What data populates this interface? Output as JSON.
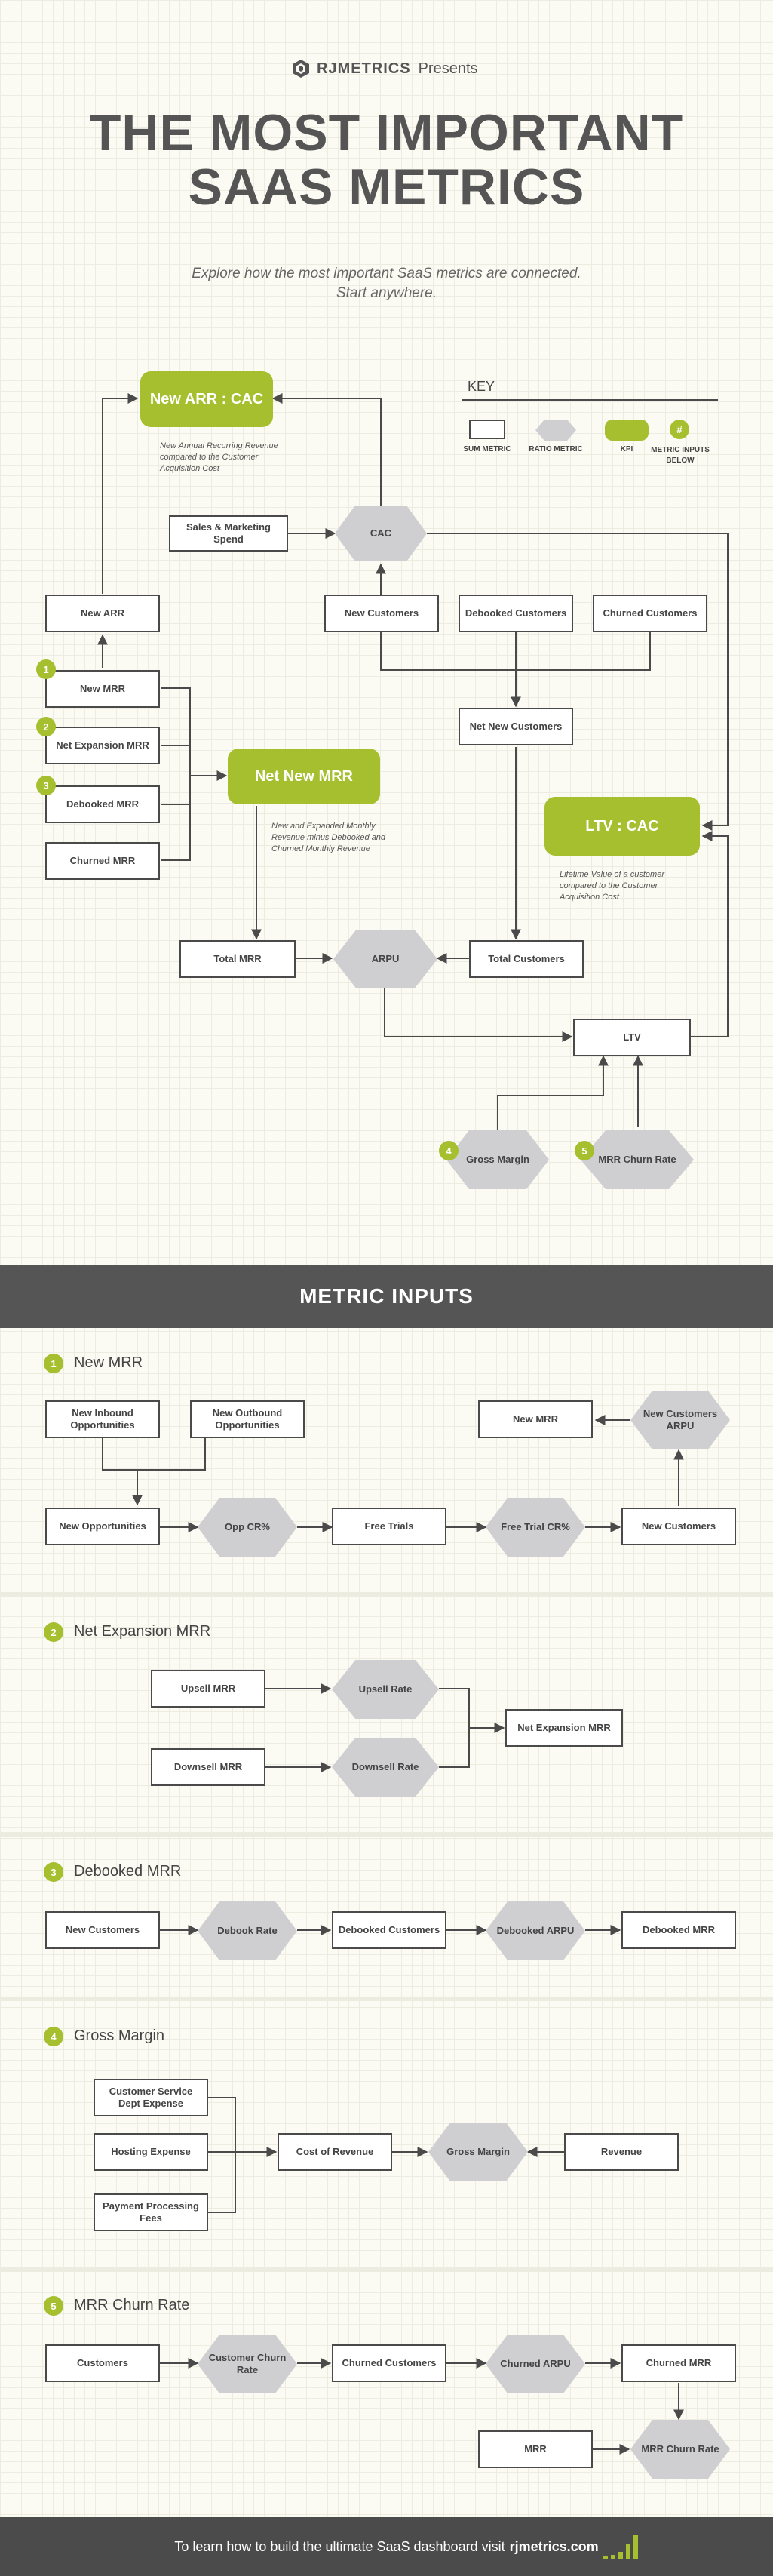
{
  "header": {
    "brand": "RJMETRICS",
    "presents": "Presents",
    "title_line1": "THE MOST IMPORTANT",
    "title_line2": "SAAS METRICS",
    "subtitle_line1": "Explore how the most important SaaS metrics are connected.",
    "subtitle_line2": "Start anywhere."
  },
  "key": {
    "title": "KEY",
    "sum": "SUM METRIC",
    "ratio": "RATIO METRIC",
    "kpi": "KPI",
    "inputs_symbol": "#",
    "inputs_line1": "METRIC INPUTS",
    "inputs_line2": "BELOW"
  },
  "main": {
    "kpi_arr_cac": "New ARR : CAC",
    "kpi_arr_cac_desc": "New Annual Recurring Revenue compared to the Customer Acquisition Cost",
    "kpi_net_new": "Net New MRR",
    "kpi_net_new_desc": "New and Expanded Monthly Revenue minus Debooked and Churned Monthly Revenue",
    "kpi_ltv_cac": "LTV : CAC",
    "kpi_ltv_cac_desc": "Lifetime Value of a customer compared to the Customer Acquisition Cost",
    "sales_spend": "Sales & Marketing Spend",
    "cac": "CAC",
    "new_arr": "New ARR",
    "new_customers": "New Customers",
    "debooked_customers": "Debooked Customers",
    "churned_customers": "Churned Customers",
    "new_mrr": "New MRR",
    "net_expansion_mrr": "Net Expansion MRR",
    "debooked_mrr": "Debooked MRR",
    "churned_mrr": "Churned MRR",
    "net_new_customers": "Net New Customers",
    "total_mrr": "Total MRR",
    "arpu": "ARPU",
    "total_customers": "Total Customers",
    "ltv": "LTV",
    "gross_margin": "Gross Margin",
    "mrr_churn_rate": "MRR Churn Rate",
    "n1": "1",
    "n2": "2",
    "n3": "3",
    "n4": "4",
    "n5": "5"
  },
  "inputs_band": "METRIC INPUTS",
  "sec1": {
    "num": "1",
    "title": "New MRR",
    "inbound": "New Inbound Opportunities",
    "outbound": "New Outbound Opportunities",
    "new_opps": "New Opportunities",
    "opp_cr": "Opp CR%",
    "free_trials": "Free Trials",
    "free_trial_cr": "Free Trial CR%",
    "new_customers": "New Customers",
    "new_mrr": "New MRR",
    "new_customers_arpu": "New Customers ARPU"
  },
  "sec2": {
    "num": "2",
    "title": "Net Expansion MRR",
    "upsell_mrr": "Upsell MRR",
    "upsell_rate": "Upsell Rate",
    "downsell_mrr": "Downsell MRR",
    "downsell_rate": "Downsell Rate",
    "net_expansion": "Net Expansion MRR"
  },
  "sec3": {
    "num": "3",
    "title": "Debooked MRR",
    "new_customers": "New Customers",
    "debook_rate": "Debook Rate",
    "debooked_customers": "Debooked Customers",
    "debooked_arpu": "Debooked ARPU",
    "debooked_mrr": "Debooked MRR"
  },
  "sec4": {
    "num": "4",
    "title": "Gross Margin",
    "cs_expense": "Customer Service Dept Expense",
    "hosting": "Hosting Expense",
    "payment_fees": "Payment Processing Fees",
    "cost_revenue": "Cost of Revenue",
    "gross_margin": "Gross Margin",
    "revenue": "Revenue"
  },
  "sec5": {
    "num": "5",
    "title": "MRR Churn Rate",
    "customers": "Customers",
    "churn_rate": "Customer Churn Rate",
    "churned_customers": "Churned Customers",
    "churned_arpu": "Churned ARPU",
    "churned_mrr": "Churned MRR",
    "mrr": "MRR",
    "mrr_churn_rate": "MRR Churn Rate"
  },
  "footer": {
    "text": "To learn how to build the ultimate SaaS dashboard visit",
    "link": "rjmetrics.com"
  },
  "colors": {
    "accent": "#a5bf2e",
    "ratio": "#cfcfd2",
    "band": "#555555",
    "line": "#4a4a4a"
  }
}
